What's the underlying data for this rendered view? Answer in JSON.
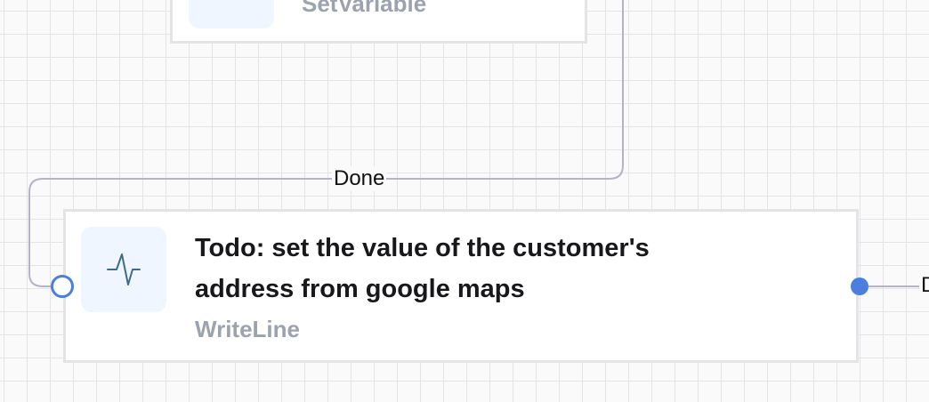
{
  "canvas": {
    "grid_color": "#e4e4e7",
    "background_color": "#fafafa"
  },
  "edges": {
    "incoming_label": "Done",
    "outgoing_label_partial": "D",
    "edge_color": "#b4b4c8"
  },
  "nodes": {
    "upper": {
      "type_label": "SetVariable"
    },
    "writeline": {
      "title_line1": "Todo: set the value of the customer's",
      "title_line2": "address from google maps",
      "type_label": "WriteLine",
      "icon": "activity-pulse-icon"
    }
  },
  "colors": {
    "port_blue": "#4a7fe0",
    "icon_box_bg": "#eff6ff",
    "node_border": "#e4e4e7",
    "type_label_gray": "#9ca3af"
  }
}
